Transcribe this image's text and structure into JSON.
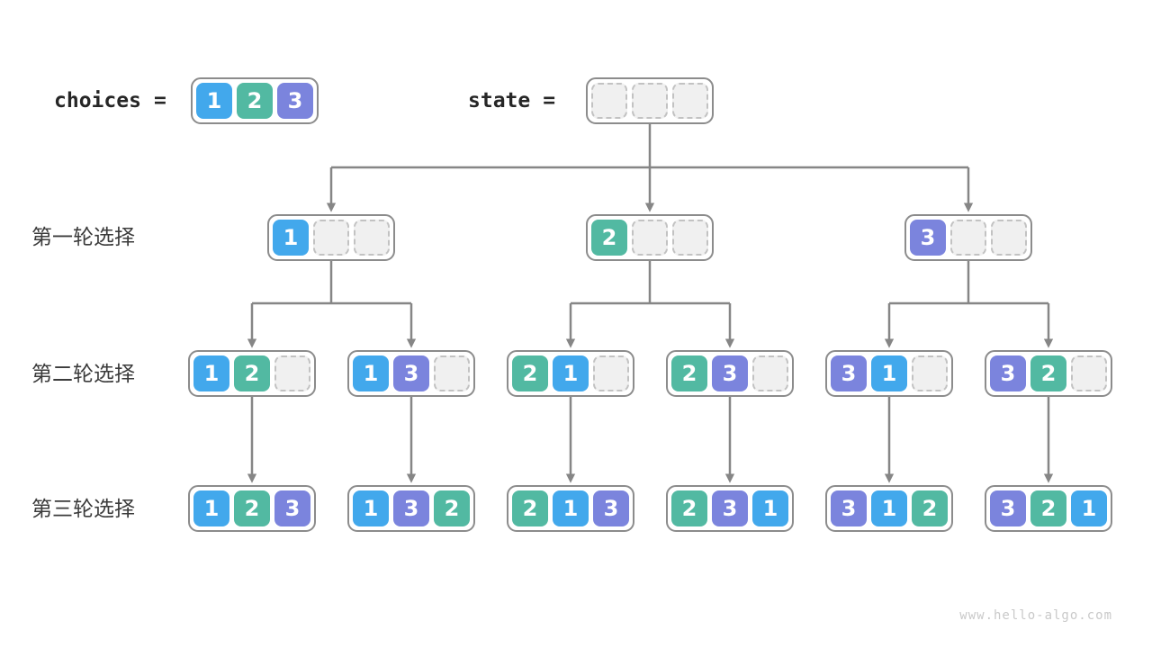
{
  "page": {
    "background": "#ffffff",
    "watermark": "www.hello-algo.com"
  },
  "palette": {
    "1": "#42a8ec",
    "2": "#52b9a2",
    "3": "#7b84dd",
    "empty_fill": "#f0f0f0",
    "empty_border": "#c2c2c2",
    "box_border": "#8c8c8c",
    "line": "#868686",
    "header_text": "#262626",
    "label_text": "#3b3b3b",
    "cell_text": "#ffffff",
    "watermark_text": "#c9c9c9"
  },
  "header": {
    "choices_label": "choices",
    "choices_equals": "=",
    "choices_values": [
      1,
      2,
      3
    ],
    "state_label": "state",
    "state_equals": "=",
    "state_values": [
      null,
      null,
      null
    ]
  },
  "round_labels": [
    "第一轮选择",
    "第二轮选择",
    "第三轮选择"
  ],
  "tree": {
    "level1": [
      [
        1,
        null,
        null
      ],
      [
        2,
        null,
        null
      ],
      [
        3,
        null,
        null
      ]
    ],
    "level2": [
      [
        1,
        2,
        null
      ],
      [
        1,
        3,
        null
      ],
      [
        2,
        1,
        null
      ],
      [
        2,
        3,
        null
      ],
      [
        3,
        1,
        null
      ],
      [
        3,
        2,
        null
      ]
    ],
    "level3": [
      [
        1,
        2,
        3
      ],
      [
        1,
        3,
        2
      ],
      [
        2,
        1,
        3
      ],
      [
        2,
        3,
        1
      ],
      [
        3,
        1,
        2
      ],
      [
        3,
        2,
        1
      ]
    ]
  }
}
